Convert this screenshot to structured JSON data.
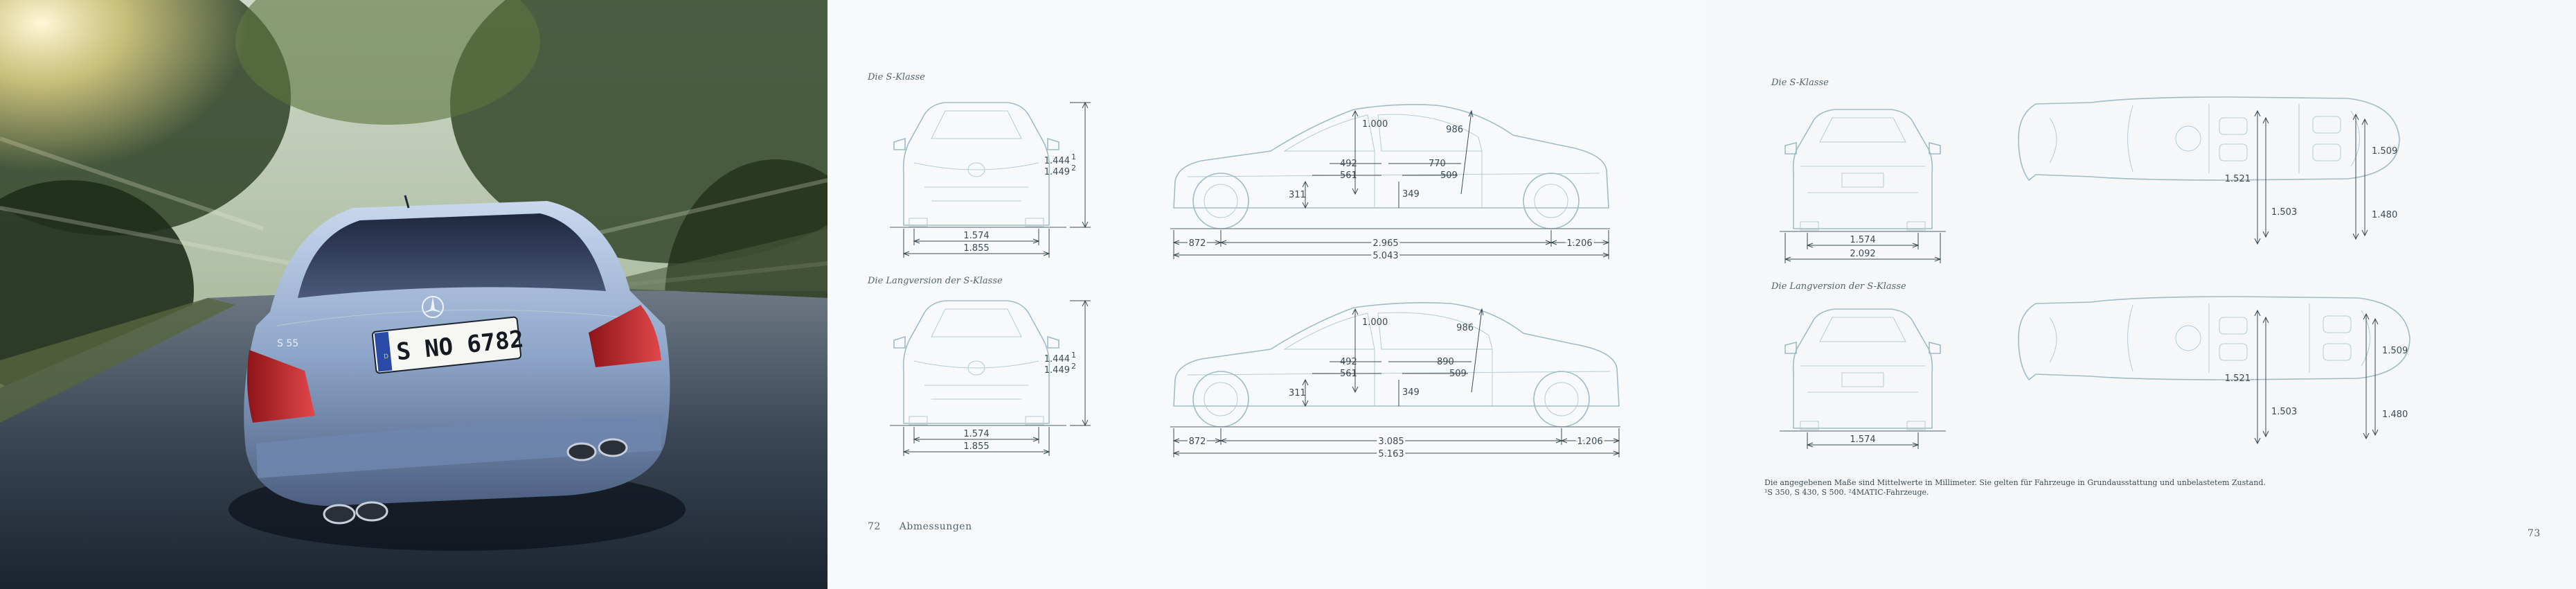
{
  "photo": {
    "license_plate": "S NO 6782",
    "plate_country": "D",
    "badge": "S 55"
  },
  "left_page": {
    "sections": [
      {
        "label": "Die S-Klasse",
        "front_view": {
          "height_1": "1.444",
          "height_1_sup": "1",
          "height_2": "1.449",
          "height_2_sup": "2",
          "track": "1.574",
          "width": "1.855"
        },
        "side_view": {
          "roof": "1.000",
          "rear_head": "986",
          "front_leg_a": "492",
          "front_leg_b": "561",
          "rear_leg_a": "770",
          "rear_leg_b": "509",
          "ground_front": "311",
          "ground_rear": "349",
          "front_overhang": "872",
          "wheelbase": "2.965",
          "rear_overhang": "1.206",
          "length": "5.043"
        }
      },
      {
        "label": "Die Langversion der S-Klasse",
        "front_view": {
          "height_1": "1.444",
          "height_1_sup": "1",
          "height_2": "1.449",
          "height_2_sup": "2",
          "track": "1.574",
          "width": "1.855"
        },
        "side_view": {
          "roof": "1.000",
          "rear_head": "986",
          "front_leg_a": "492",
          "front_leg_b": "561",
          "rear_leg_a": "890",
          "rear_leg_b": "509",
          "ground_front": "311",
          "ground_rear": "349",
          "front_overhang": "872",
          "wheelbase": "3.085",
          "rear_overhang": "1.206",
          "length": "5.163"
        }
      }
    ],
    "folio_number": "72",
    "folio_title": "Abmessungen"
  },
  "right_page": {
    "sections": [
      {
        "label": "Die S-Klasse",
        "rear_view": {
          "track": "1.574",
          "mirror_width": "2.092"
        },
        "top_view": {
          "front_shoulder": "1.521",
          "rear_shoulder": "1.509",
          "front_hip": "1.503",
          "rear_hip": "1.480"
        }
      },
      {
        "label": "Die Langversion der S-Klasse",
        "rear_view": {
          "track": "1.574"
        },
        "top_view": {
          "front_shoulder": "1.521",
          "rear_shoulder": "1.509",
          "front_hip": "1.503",
          "rear_hip": "1.480"
        }
      }
    ],
    "note_line_1": "Die angegebenen Maße sind Mittelwerte in Millimeter. Sie gelten für Fahrzeuge in Grundausstattung und unbelastetem Zustand.",
    "note_line_2": "¹S 350, S 430, S 500.      ²4MATIC-Fahrzeuge.",
    "folio_number": "73"
  }
}
